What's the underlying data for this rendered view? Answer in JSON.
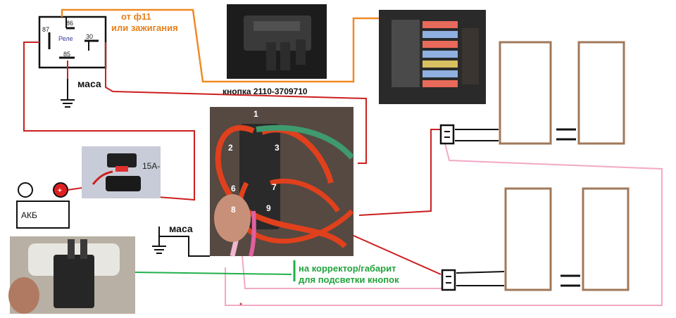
{
  "relay": {
    "pin_86": "86",
    "pin_87": "87",
    "pin_30": "30",
    "pin_85": "85",
    "name": "Реле"
  },
  "ground_top": "маса",
  "ground_bottom": "маса",
  "ignition_label_line1": "от ф11",
  "ignition_label_line2": "или зажигания",
  "button_caption": "кнопка 2110-3709710",
  "fuse_label": "15А-",
  "battery": {
    "label": "АКБ",
    "plus_sign": "+"
  },
  "connector_pins": {
    "p1": "1",
    "p2": "2",
    "p3": "3",
    "p6": "6",
    "p7": "7",
    "p8": "8",
    "p9": "9"
  },
  "corrector_label_line1": "на корректор/габарит",
  "corrector_label_line2": "для подсветки кнопок",
  "colors": {
    "red_wire": "#cc1f1f",
    "orange_wire": "#f08a24",
    "green_wire": "#22b04a",
    "pink_wire": "#f2a9c6",
    "lamp_frame": "#a0785a",
    "green_text": "#22a33c",
    "orange_text": "#e8801c"
  },
  "icons": {
    "ground": "ground-symbol-icon",
    "battery_plus": "plus-terminal-icon",
    "battery_minus": "minus-terminal-icon"
  }
}
